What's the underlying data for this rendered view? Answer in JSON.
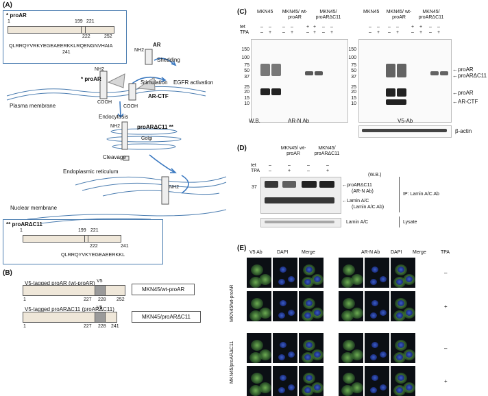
{
  "panels": {
    "A": "(A)",
    "B": "(B)",
    "C": "(C)",
    "D": "(D)",
    "E": "(E)"
  },
  "A": {
    "proar_box": {
      "title": "* proAR",
      "n1": "1",
      "n199": "199",
      "n221": "221",
      "n222": "222",
      "n252": "252",
      "n241": "241",
      "sequence": "QLRRQYVRKYEGEAEERKKLRQENGNVHAIA"
    },
    "schema": {
      "ar": "AR",
      "nh2_top": "NH2",
      "shedding": "Shedding",
      "egfr": "EGFR activation",
      "proar": "* proAR",
      "nh2_left": "NH2",
      "stimulation": "Stimulation",
      "ar_ctf": "AR-CTF",
      "plasma": "Plasma membrane",
      "cooh1": "COOH",
      "cooh2": "COOH",
      "endocytosis": "Endocytosis",
      "nh2_mid": "NH2",
      "proardc11": "proARΔC11 **",
      "golgi": "Golgi",
      "cleavage": "Cleavage",
      "er": "Endoplasmic reticulum",
      "nh2_er": "NH2",
      "nuclear": "Nuclear membrane"
    },
    "dc11_box": {
      "title": "** proARΔC11",
      "n1": "1",
      "n199": "199",
      "n221": "221",
      "n222": "222",
      "n241": "241",
      "sequence": "QLRRQYVKYEGEAEERKKL"
    }
  },
  "B": {
    "wt_title": "V5-tagged proAR (wt-proAR)",
    "wt_v5": "V5",
    "wt_n1": "1",
    "wt_n227": "227",
    "wt_n228": "228",
    "wt_n252": "252",
    "wt_cell": "MKN45/wt-proAR",
    "dc_title": "V5-tagged proARΔC11 (proARΔC11)",
    "dc_v5": "V5",
    "dc_n1": "1",
    "dc_n227": "227",
    "dc_n228": "228",
    "dc_n241": "241",
    "dc_cell": "MKN45/proARΔC11"
  },
  "C": {
    "col_mkn45": "MKN45",
    "col_wt": "MKN45/ wt-proAR",
    "col_dc": "MKN45/ proARΔC11",
    "tet": "tet",
    "tpa": "TPA",
    "tet_signs": [
      "–",
      "–",
      "–",
      "–",
      "+",
      "+",
      "–",
      "–"
    ],
    "tpa_signs": [
      "–",
      "+",
      "–",
      "+",
      "–",
      "+",
      "–",
      "+"
    ],
    "mw": [
      "150",
      "100",
      "75",
      "50",
      "37",
      "25",
      "20",
      "15",
      "10"
    ],
    "mw_r": [
      "150",
      "100",
      "75",
      "50",
      "37",
      "25",
      "20",
      "15",
      "10"
    ],
    "wb": "W.B.",
    "arn": "AR-N Ab",
    "v5ab": "V5-Ab",
    "bactin": "β-actin",
    "arrow_proar1": "←proAR",
    "arrow_dc11": "←proARΔC11",
    "arrow_proar2": "←proAR",
    "arrow_ctf": "←AR-CTF"
  },
  "D": {
    "col_wt": "MKN45/ wt-proAR",
    "col_dc": "MKN45/ proARΔC11",
    "tet": "tet",
    "tpa": "TPA",
    "tet_signs": [
      "–",
      "–",
      "–",
      "–"
    ],
    "tpa_signs": [
      "–",
      "+",
      "–",
      "+"
    ],
    "wb": "(W.B.)",
    "mw37": "37",
    "dc11": "←proARΔC11",
    "dc11_ab": "(AR-N Ab)",
    "lamin": "←Lamin A/C",
    "lamin_ab": "(Lamin A/C Ab)",
    "ip": "IP: Lamin A/C Ab",
    "lamin_lys": "Lamin A/C",
    "lysate": "Lysate"
  },
  "E": {
    "v5ab": "V5 Ab",
    "dapi1": "DAPI",
    "merge1": "Merge",
    "arn": "AR-N Ab",
    "dapi2": "DAPI",
    "merge2": "Merge",
    "tpa": "TPA",
    "row_wt": "MKN45/wt-proAR",
    "row_dc": "MKN45/proARΔC11",
    "signs": [
      "–",
      "+",
      "–",
      "+"
    ]
  },
  "colors": {
    "box_border": "#4a7cb0",
    "membrane": "#4a7cb0",
    "arrow": "#3a78c0",
    "v5_fill": "#9a9a9a"
  }
}
